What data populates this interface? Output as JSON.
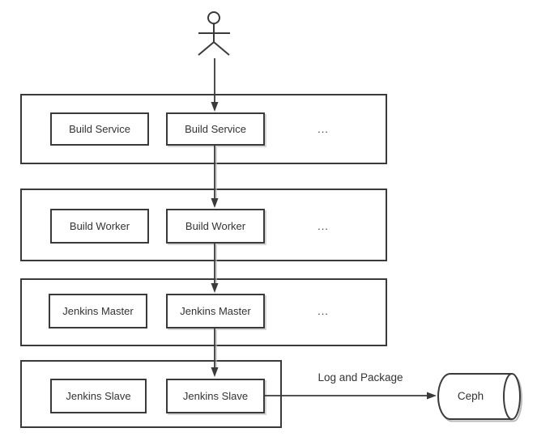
{
  "colors": {
    "line": "#3a3a3a",
    "text": "#333333",
    "background": "#ffffff",
    "shadow": "#b9b9b9"
  },
  "actor": {
    "icon": "stick-figure"
  },
  "rows": [
    {
      "boxes": [
        "Build Service",
        "Build Service"
      ],
      "ellipsis": "..."
    },
    {
      "boxes": [
        "Build Worker",
        "Build Worker"
      ],
      "ellipsis": "..."
    },
    {
      "boxes": [
        "Jenkins Master",
        "Jenkins Master"
      ],
      "ellipsis": "..."
    },
    {
      "boxes": [
        "Jenkins Slave",
        "Jenkins Slave"
      ]
    }
  ],
  "edge": {
    "label": "Log and Package"
  },
  "storage": {
    "label": "Ceph"
  }
}
